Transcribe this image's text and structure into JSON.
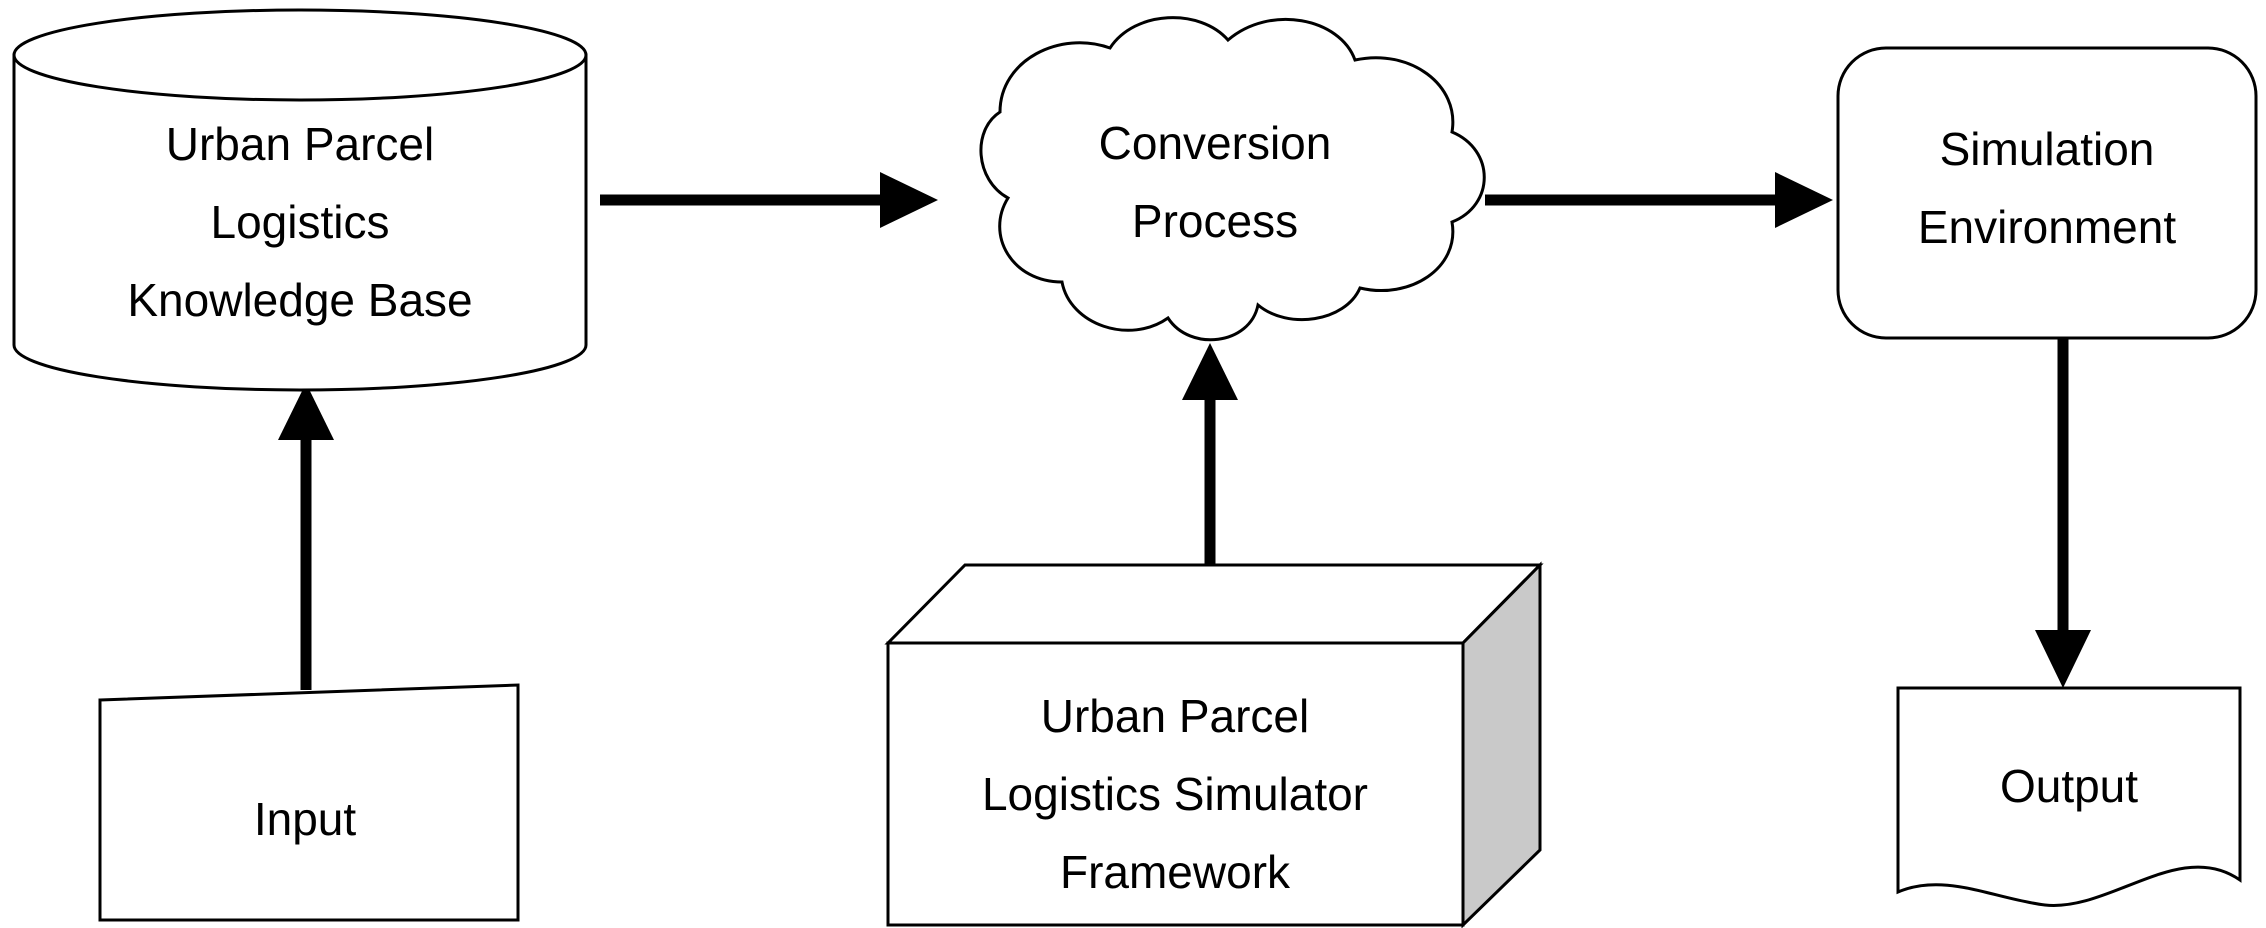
{
  "diagram": {
    "type": "flow-diagram",
    "background_color": "#ffffff",
    "line_color": "#000000",
    "shaded_face_color": "#c9c9c9",
    "nodes": [
      {
        "id": "knowledge-base",
        "shape": "cylinder",
        "lines": [
          "Urban Parcel",
          "Logistics",
          "Knowledge Base"
        ]
      },
      {
        "id": "conversion-process",
        "shape": "cloud",
        "lines": [
          "Conversion",
          "Process"
        ]
      },
      {
        "id": "simulation-environment",
        "shape": "rounded-rectangle",
        "lines": [
          "Simulation",
          "Environment"
        ]
      },
      {
        "id": "input",
        "shape": "parallelogram-card",
        "lines": [
          "Input"
        ]
      },
      {
        "id": "simulator-framework",
        "shape": "3d-box",
        "lines": [
          "Urban Parcel",
          "Logistics Simulator",
          "Framework"
        ]
      },
      {
        "id": "output",
        "shape": "document",
        "lines": [
          "Output"
        ]
      }
    ],
    "edges": [
      {
        "id": "kb-to-conversion",
        "from": "knowledge-base",
        "to": "conversion-process",
        "direction": "right"
      },
      {
        "id": "conversion-to-simulation",
        "from": "conversion-process",
        "to": "simulation-environment",
        "direction": "right"
      },
      {
        "id": "input-to-kb",
        "from": "input",
        "to": "knowledge-base",
        "direction": "up"
      },
      {
        "id": "framework-to-conversion",
        "from": "simulator-framework",
        "to": "conversion-process",
        "direction": "up"
      },
      {
        "id": "simulation-to-output",
        "from": "simulation-environment",
        "to": "output",
        "direction": "down"
      }
    ]
  }
}
